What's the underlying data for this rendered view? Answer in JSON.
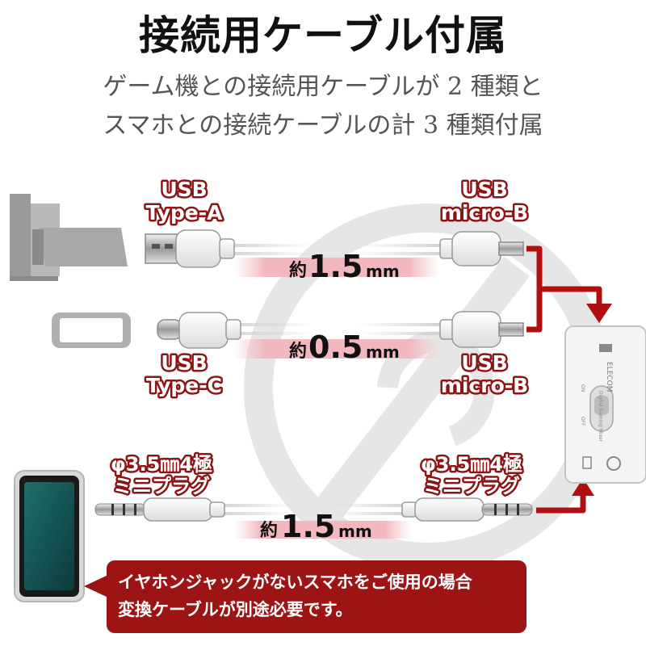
{
  "title": "接続用ケーブル付属",
  "subtitle_line1": "ゲーム機との接続用ケーブルが 2 種類と",
  "subtitle_line2": "スマホとの接続ケーブルの計 3 種類付属",
  "cable1": {
    "left_label": [
      "USB",
      "Type-A"
    ],
    "right_label": [
      "USB",
      "micro-B"
    ],
    "length_prefix": "約",
    "length_value": "1.5",
    "length_unit": "mm"
  },
  "cable2": {
    "left_label": [
      "USB",
      "Type-C"
    ],
    "right_label": [
      "USB",
      "micro-B"
    ],
    "length_prefix": "約",
    "length_value": "0.5",
    "length_unit": "mm"
  },
  "cable3": {
    "left_label": [
      "φ3.5㎜4極",
      "ミニプラグ"
    ],
    "right_label": [
      "φ3.5㎜4極",
      "ミニプラグ"
    ],
    "length_prefix": "約",
    "length_value": "1.5",
    "length_unit": "mm"
  },
  "device": {
    "brand": "ELECOM",
    "model": "Digital Gaming Mixer",
    "switch_on": "ON",
    "switch_off": "OFF"
  },
  "note_line1": "イヤホンジャックがないスマホをご使用の場合",
  "note_line2": "変換ケーブルが別途必要です。",
  "colors": {
    "accent": "#9c1414",
    "arrow": "#b01010",
    "watermark": "#e6e6e6"
  }
}
